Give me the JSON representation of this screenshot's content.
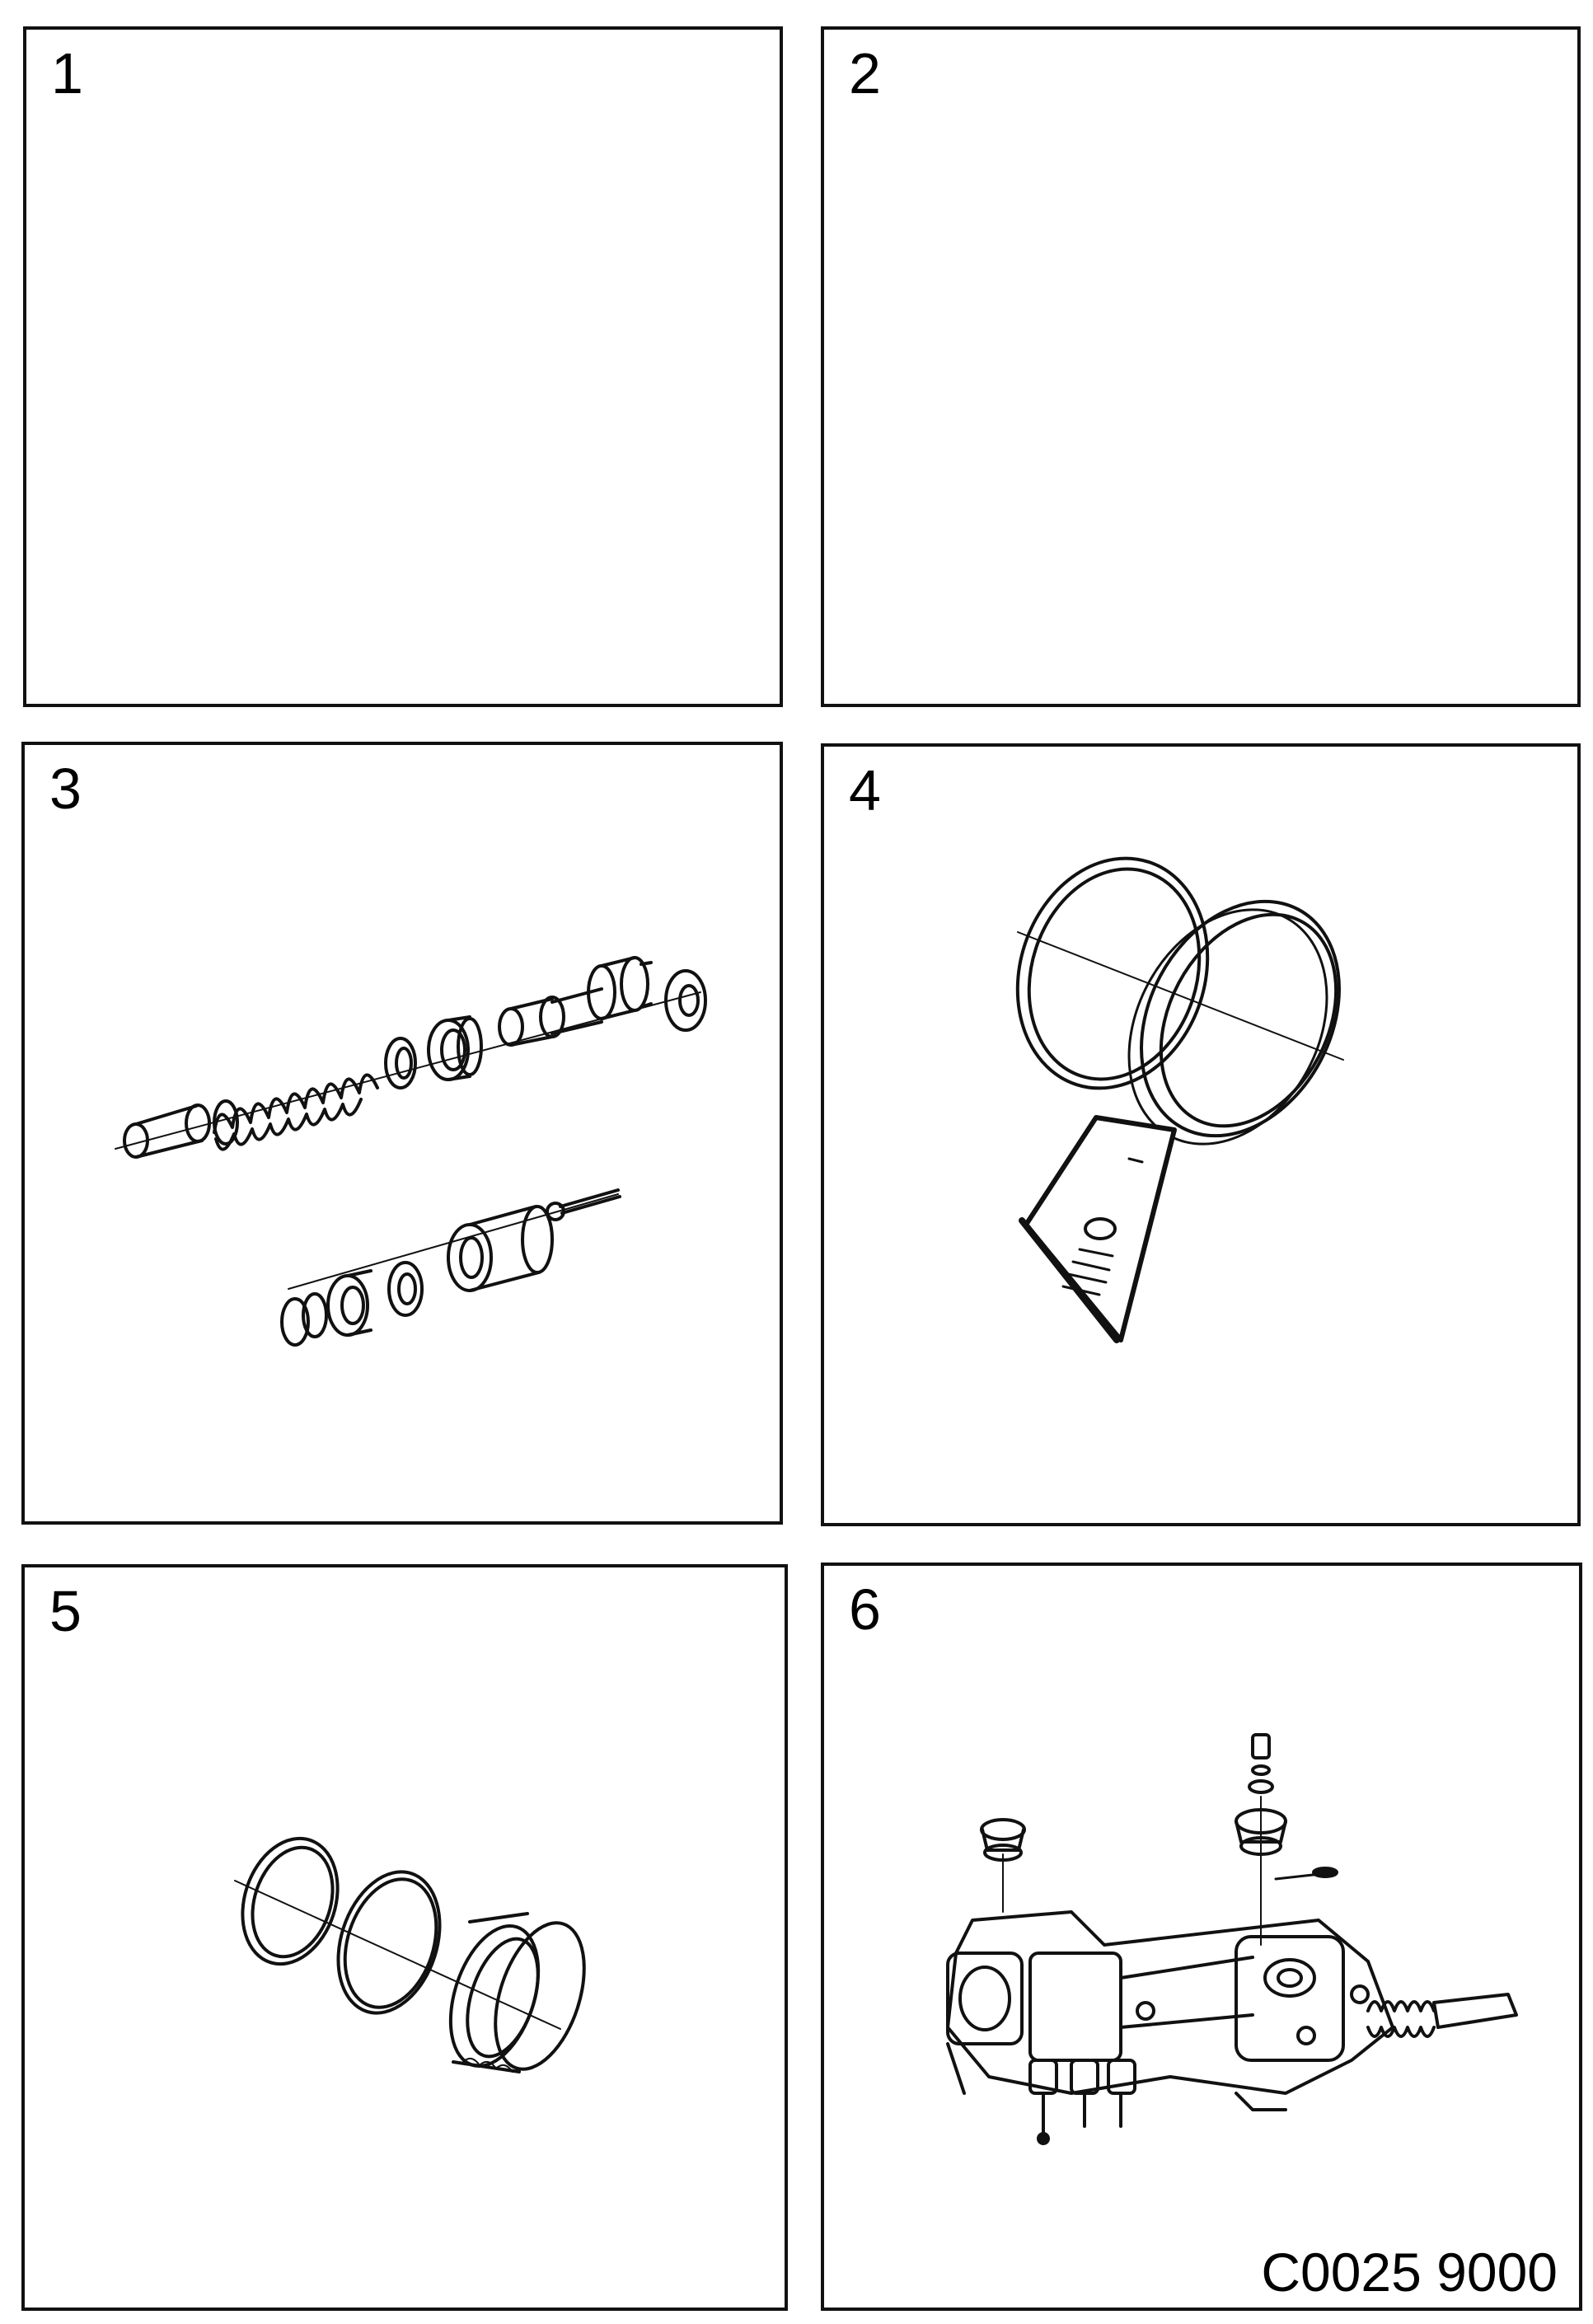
{
  "panels": [
    {
      "number": "1"
    },
    {
      "number": "2"
    },
    {
      "number": "3"
    },
    {
      "number": "4"
    },
    {
      "number": "5"
    },
    {
      "number": "6"
    }
  ],
  "reference_code": "C0025 9000",
  "illustrations": {
    "panel3": [
      "control-valve-spring",
      "dust-boot",
      "seal-ring",
      "valve-spool",
      "piston",
      "retaining-ring",
      "sleeve",
      "push-rod"
    ],
    "panel4": [
      "o-ring",
      "seal-ring",
      "grease-sachet"
    ],
    "panel5": [
      "o-ring",
      "o-ring",
      "bushing"
    ],
    "panel6": [
      "power-steering-gear-assembly",
      "rubber-mounting",
      "bolt",
      "washer"
    ]
  },
  "colors": {
    "line": "#111111",
    "background": "#ffffff"
  }
}
